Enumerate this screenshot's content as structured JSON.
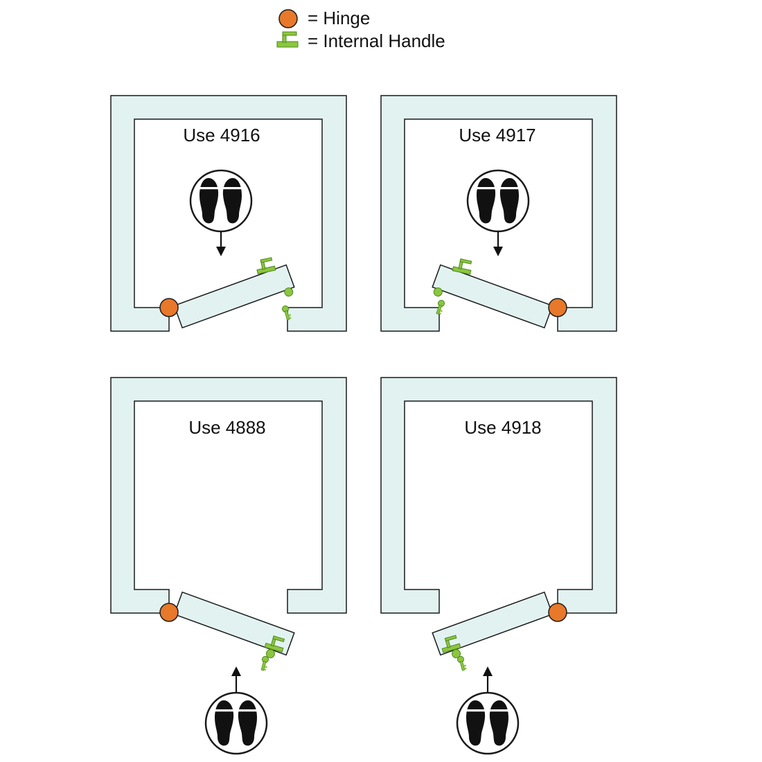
{
  "legend": {
    "hinge_label": "= Hinge",
    "handle_label": "= Internal Handle"
  },
  "panels": [
    {
      "label": "Use 4916",
      "hinge_side": "left",
      "feet_position": "inside",
      "arrow_direction": "down"
    },
    {
      "label": "Use 4917",
      "hinge_side": "right",
      "feet_position": "inside",
      "arrow_direction": "down"
    },
    {
      "label": "Use 4888",
      "hinge_side": "left",
      "feet_position": "outside",
      "arrow_direction": "up"
    },
    {
      "label": "Use 4918",
      "hinge_side": "right",
      "feet_position": "outside",
      "arrow_direction": "up"
    }
  ],
  "colors": {
    "wall_fill": "#e2f2f1",
    "outline": "#1a1a1a",
    "hinge": "#e8782a",
    "handle": "#8cc63f",
    "handle_stroke": "#4c8a1e",
    "footprint": "#111111"
  }
}
